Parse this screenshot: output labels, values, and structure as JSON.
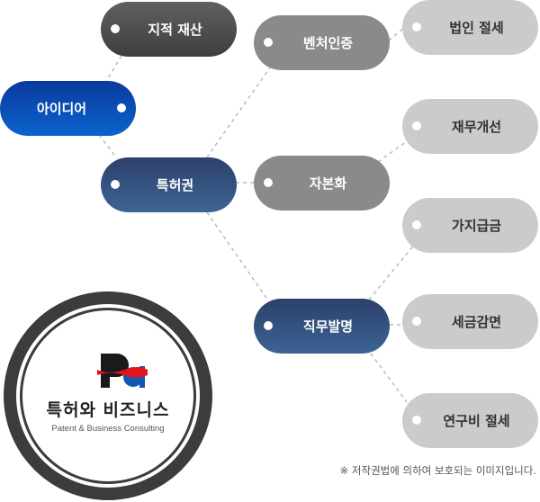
{
  "nodes": {
    "ip": "지적 재산",
    "idea": "아이디어",
    "patent": "특허권",
    "venture": "벤처인증",
    "capital": "자본화",
    "invention": "직무발명",
    "corp_tax": "법인 절세",
    "finance": "재무개선",
    "provisional": "가지급금",
    "tax_cut": "세금감면",
    "rnd_tax": "연구비 절세"
  },
  "logo": {
    "mark": "Pa",
    "korean": "특허와 비즈니스",
    "english": "Patent & Business Consulting"
  },
  "note": "※ 저작권법에 의하여 보호되는 이미지입니다.",
  "colors": {
    "blue": "#0a50b8",
    "navy": "#34507f",
    "dark": "#4a4a4a",
    "grey": "#8a8a8a",
    "light": "#cbcbcb",
    "logo_red": "#e0141e"
  }
}
